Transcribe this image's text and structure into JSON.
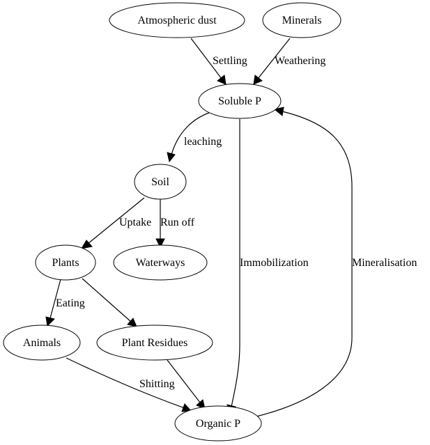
{
  "nodes": {
    "atmospheric_dust": "Atmospheric dust",
    "minerals": "Minerals",
    "soluble_p": "Soluble P",
    "soil": "Soil",
    "plants": "Plants",
    "waterways": "Waterways",
    "animals": "Animals",
    "plant_residues": "Plant Residues",
    "organic_p": "Organic P"
  },
  "edges": {
    "settling": "Settling",
    "weathering": "Weathering",
    "leaching": "leaching",
    "immobilization": "Immobilization",
    "mineralisation": "Mineralisation",
    "uptake": "Uptake",
    "run_off": "Run off",
    "eating": "Eating",
    "shitting": "Shitting",
    "plant_residues_to_organic": ""
  }
}
